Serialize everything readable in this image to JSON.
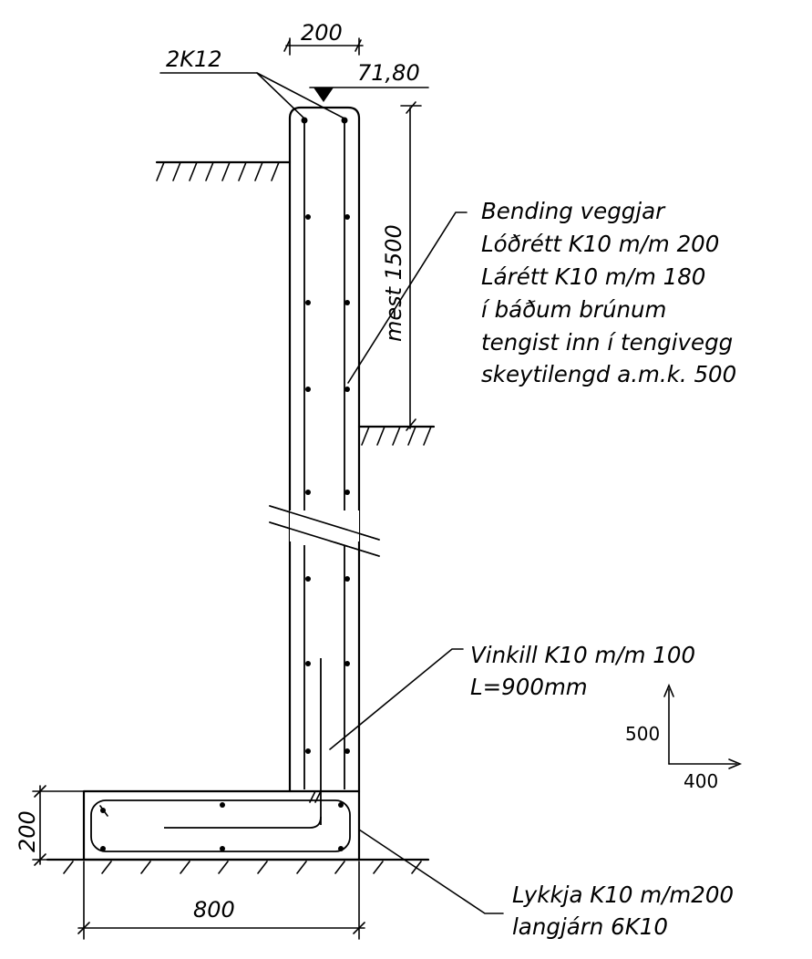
{
  "dimensions": {
    "wall_thickness": "200",
    "top_level": "71,80",
    "top_bars": "2K12",
    "max_height": "mest 1500",
    "footing_height": "200",
    "footing_width": "800"
  },
  "notes": {
    "wall_reinforcement": [
      "Bending veggjar",
      "Lóðrétt K10 m/m 200",
      "Lárétt K10 m/m 180",
      "í báðum brúnum",
      "tengist inn í tengivegg",
      "skeytilengd a.m.k. 500"
    ],
    "angle_bar": [
      "Vinkill K10 m/m 100",
      "L=900mm"
    ],
    "loop": [
      "Lykkja K10 m/m200",
      "langjárn 6K10"
    ]
  },
  "scale_marker": {
    "vertical": "500",
    "horizontal": "400"
  }
}
